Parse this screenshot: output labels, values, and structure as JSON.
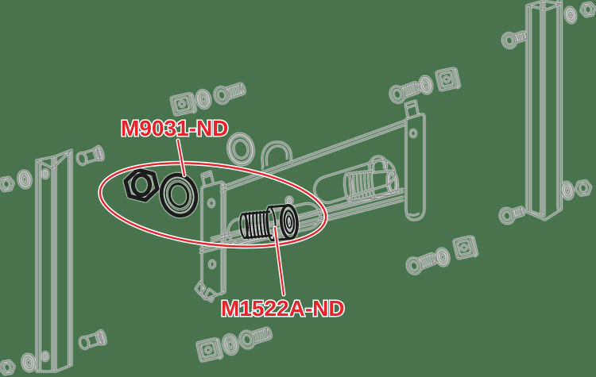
{
  "diagram": {
    "title": "wall-mounting-frame-exploded-parts-diagram",
    "background_color": "#48734E",
    "line_color": "#8D8D8D",
    "dark_part_color": "#1E1E1E",
    "highlight_color": "#E4252B",
    "halo_color": "#FFFFFF",
    "callouts": [
      {
        "id": "m9031",
        "label": "M9031-ND"
      },
      {
        "id": "m1522a",
        "label": "M1522A-ND"
      }
    ],
    "parts": [
      {
        "name": "left-mounting-rail"
      },
      {
        "name": "right-mounting-rail"
      },
      {
        "name": "crossbar-frame"
      },
      {
        "name": "highlighted-hex-locknut"
      },
      {
        "name": "highlighted-seal-washer"
      },
      {
        "name": "highlighted-threaded-fitting"
      },
      {
        "name": "spring-threaded-fitting"
      },
      {
        "name": "square-nut-plate"
      },
      {
        "name": "washer"
      },
      {
        "name": "screw"
      },
      {
        "name": "flange-bolt"
      },
      {
        "name": "hex-nut"
      },
      {
        "name": "ring-gasket"
      },
      {
        "name": "u-clip"
      }
    ]
  }
}
